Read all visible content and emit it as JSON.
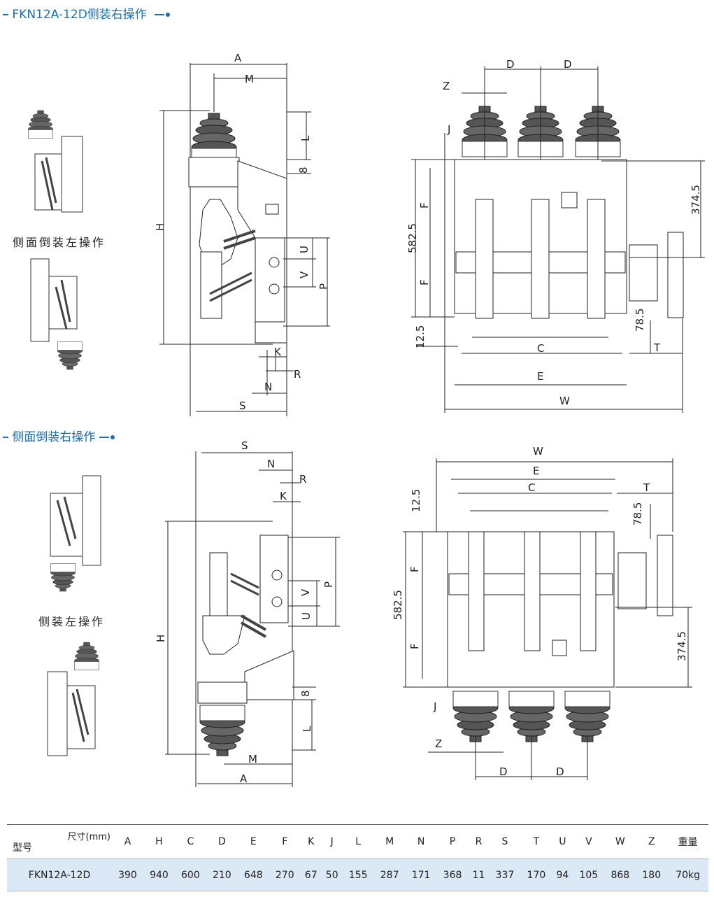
{
  "section1": {
    "title": "FKN12A-12D侧装右操作"
  },
  "section2": {
    "title": "侧面倒装右操作"
  },
  "captions": {
    "left_upside_left": "侧面倒装左操作",
    "left_side_left": "侧装左操作"
  },
  "dims_top_side": {
    "A": "A",
    "M": "M",
    "L": "L",
    "eight": "8",
    "H": "H",
    "U": "U",
    "V": "V",
    "P": "P",
    "K": "K",
    "R": "R",
    "N": "N",
    "S": "S"
  },
  "dims_top_front": {
    "D1": "D",
    "D2": "D",
    "Z": "Z",
    "J": "J",
    "F1": "F",
    "F2": "F",
    "h582": "582.5",
    "h374": "374.5",
    "h12": "12.5",
    "h78": "78.5",
    "C": "C",
    "E": "E",
    "W": "W",
    "T": "T"
  },
  "dims_bottom_side": {
    "S": "S",
    "N": "N",
    "R": "R",
    "K": "K",
    "P": "P",
    "V": "V",
    "U": "U",
    "H": "H",
    "eight": "8",
    "L": "L",
    "M": "M",
    "A": "A"
  },
  "dims_bottom_front": {
    "W": "W",
    "E": "E",
    "C": "C",
    "T": "T",
    "h12": "12.5",
    "h78": "78.5",
    "F1": "F",
    "F2": "F",
    "h582": "582.5",
    "h374": "374.5",
    "J": "J",
    "Z": "Z",
    "D1": "D",
    "D2": "D"
  },
  "table": {
    "corner_dim": "尺寸(mm)",
    "corner_model": "型号",
    "headers": [
      "A",
      "H",
      "C",
      "D",
      "E",
      "F",
      "K",
      "J",
      "L",
      "M",
      "N",
      "P",
      "R",
      "S",
      "T",
      "U",
      "V",
      "W",
      "Z",
      "重量"
    ],
    "row": {
      "model": "FKN12A-12D",
      "values": [
        "390",
        "940",
        "600",
        "210",
        "648",
        "270",
        "67",
        "50",
        "155",
        "287",
        "171",
        "368",
        "11",
        "337",
        "170",
        "94",
        "105",
        "868",
        "180",
        "70kg"
      ]
    }
  }
}
